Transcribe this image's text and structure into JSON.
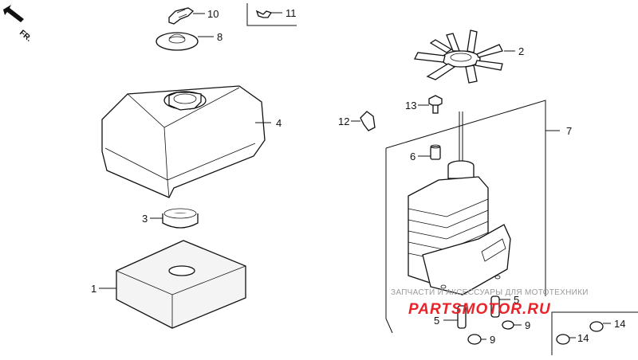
{
  "diagram": {
    "direction_label": "FR.",
    "callouts": {
      "c1": "1",
      "c2": "2",
      "c3": "3",
      "c4": "4",
      "c5a": "5",
      "c5b": "5",
      "c6": "6",
      "c7": "7",
      "c8": "8",
      "c9a": "9",
      "c9b": "9",
      "c10": "10",
      "c11": "11",
      "c12": "12",
      "c13": "13",
      "c14a": "14",
      "c14b": "14"
    }
  },
  "watermark": {
    "line1": "ЗАПЧАСТИ И АКСЕССУАРЫ ДЛЯ МОТОТЕХНИКИ",
    "line2": "PARTSMOTOR.RU",
    "color": "#e8232a"
  }
}
